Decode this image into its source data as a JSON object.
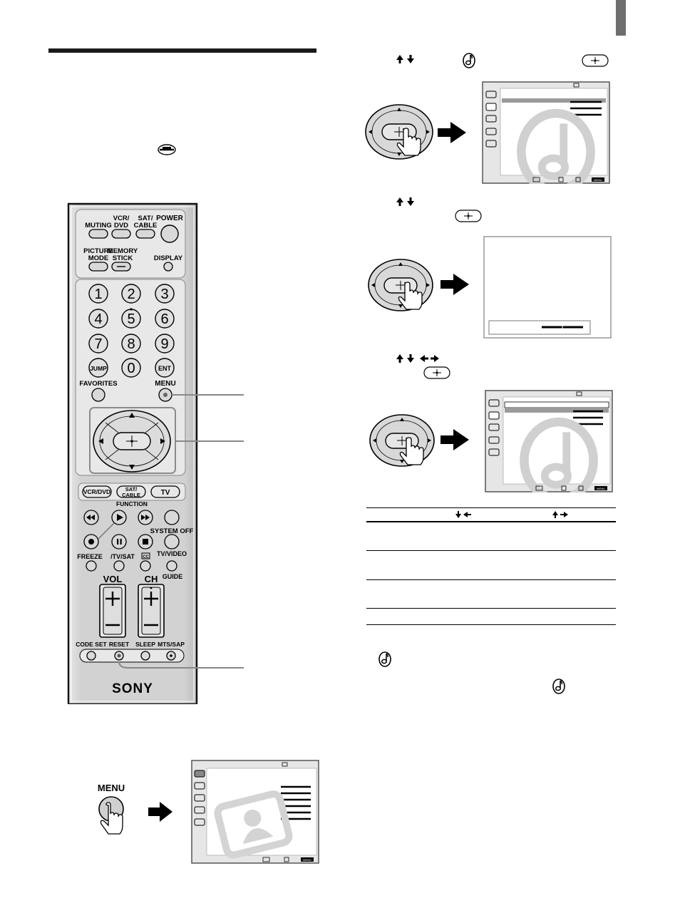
{
  "remote": {
    "brand": "SONY",
    "buttons": {
      "muting": "MUTING",
      "vcr_dvd_l1": "VCR/",
      "vcr_dvd_l2": "DVD",
      "sat_cable_l1": "SAT/",
      "sat_cable_l2": "CABLE",
      "power": "POWER",
      "picture_mode_l1": "PICTURE",
      "picture_mode_l2": "MODE",
      "memory_stick_l1": "MEMORY",
      "memory_stick_l2": "STICK",
      "display": "DISPLAY",
      "digits": [
        "1",
        "2",
        "3",
        "4",
        "5",
        "6",
        "7",
        "8",
        "9"
      ],
      "jump": "JUMP",
      "zero": "0",
      "ent": "ENT",
      "favorites": "FAVORITES",
      "menu": "MENU",
      "func_vcr_dvd": "VCR/DVD",
      "func_sat_l1": "SAT/",
      "func_sat_l2": "CABLE",
      "func_tv": "TV",
      "function_label": "FUNCTION",
      "system_off": "SYSTEM OFF",
      "freeze": "FREEZE",
      "tv_sat": "/TV/SAT",
      "cc": "CC",
      "tv_video": "TV/VIDEO",
      "guide": "GUIDE",
      "vol": "VOL",
      "ch": "CH",
      "code_set": "CODE SET",
      "reset": "RESET",
      "sleep": "SLEEP",
      "mts_sap": "MTS/SAP"
    }
  },
  "menu_press": {
    "label": "MENU",
    "screen_footer": "MENU"
  },
  "screen1": {
    "footer": "MENU"
  },
  "screen3": {
    "footer": "MENU"
  }
}
